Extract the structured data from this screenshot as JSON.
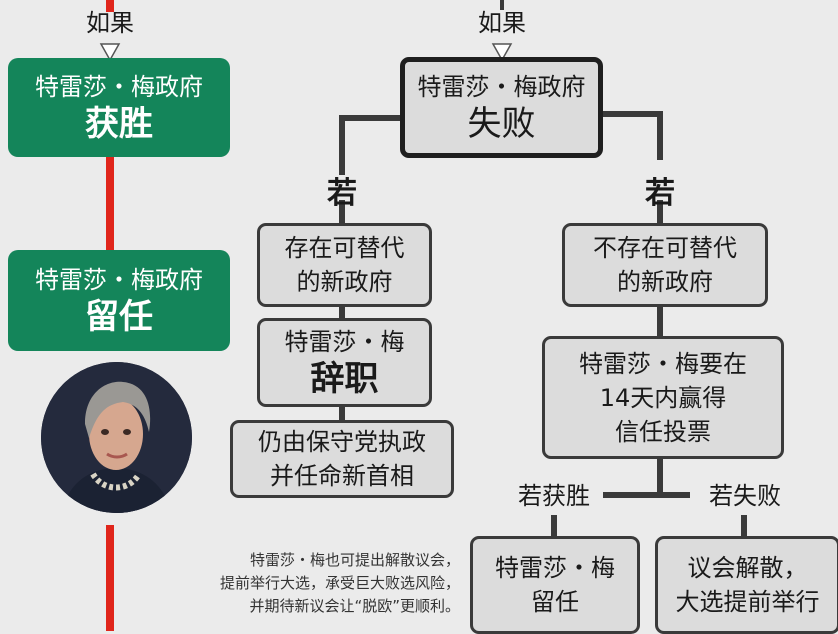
{
  "colors": {
    "green": "#14855a",
    "red_line": "#e0251b",
    "gray_box": "#dcdcdc",
    "connector": "#3a3a3a",
    "background": "#ebebeb"
  },
  "left_column": {
    "if_label": "如果",
    "win_box": {
      "line1": "特雷莎・梅政府",
      "line2": "获胜"
    },
    "stay_box": {
      "line1": "特雷莎・梅政府",
      "line2": "留任"
    },
    "portrait": {
      "subject": "portrait-photo"
    }
  },
  "center": {
    "if_label": "如果",
    "fail_box": {
      "line1": "特雷莎・梅政府",
      "line2": "失败"
    }
  },
  "left_branch": {
    "condition": "若",
    "alt_box": {
      "lines": [
        "存在可替代",
        "的新政府"
      ]
    },
    "resign_box": {
      "line1": "特雷莎・梅",
      "line2": "辞职"
    },
    "conservative_box": {
      "lines": [
        "仍由保守党执政",
        "并任命新首相"
      ]
    }
  },
  "right_branch": {
    "condition": "若",
    "no_alt_box": {
      "lines": [
        "不存在可替代",
        "的新政府"
      ]
    },
    "vote_box": {
      "lines": [
        "特雷莎・梅要在",
        "14天内赢得",
        "信任投票"
      ]
    },
    "if_win": "若获胜",
    "if_fail": "若失败",
    "stay_box": {
      "lines": [
        "特雷莎・梅",
        "留任"
      ]
    },
    "dissolve_box": {
      "lines": [
        "议会解散，",
        "大选提前举行"
      ]
    }
  },
  "note": {
    "lines": [
      "特雷莎・梅也可提出解散议会，",
      "提前举行大选，承受巨大败选风险，",
      "并期待新议会让“脱欧”更顺利。"
    ]
  }
}
